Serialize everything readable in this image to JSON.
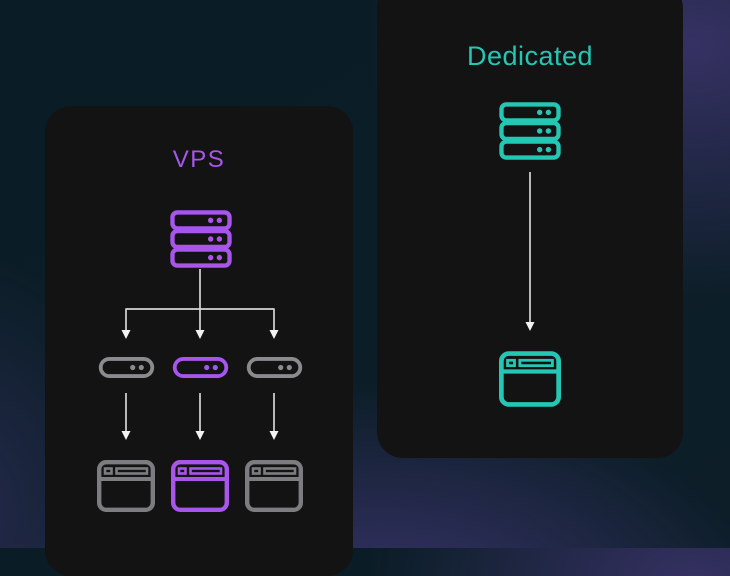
{
  "diagram": {
    "kind": "hosting-comparison",
    "left_panel": {
      "title": "VPS",
      "accent_color": "#a855ec",
      "root_icon": "server-icon",
      "instances": [
        {
          "icon": "server-pill-icon",
          "highlighted": false
        },
        {
          "icon": "server-pill-icon",
          "highlighted": true
        },
        {
          "icon": "server-pill-icon",
          "highlighted": false
        }
      ],
      "websites": [
        {
          "icon": "browser-window-icon",
          "highlighted": false
        },
        {
          "icon": "browser-window-icon",
          "highlighted": true
        },
        {
          "icon": "browser-window-icon",
          "highlighted": false
        }
      ]
    },
    "right_panel": {
      "title": "Dedicated",
      "accent_color": "#25c7b4",
      "root_icon": "server-icon",
      "websites": [
        {
          "icon": "browser-window-icon",
          "highlighted": true
        }
      ]
    }
  },
  "colors": {
    "purple": "#a855ec",
    "teal": "#25c7b4",
    "gray_node": "#8b8b8f",
    "gray_node_dim": "#7d7d81",
    "connector": "#d6d6d6",
    "arrowhead": "#f2f2f2",
    "card_bg": "#131314",
    "bg_base": "#0b1d26",
    "bg_glow": "#5d449c"
  }
}
